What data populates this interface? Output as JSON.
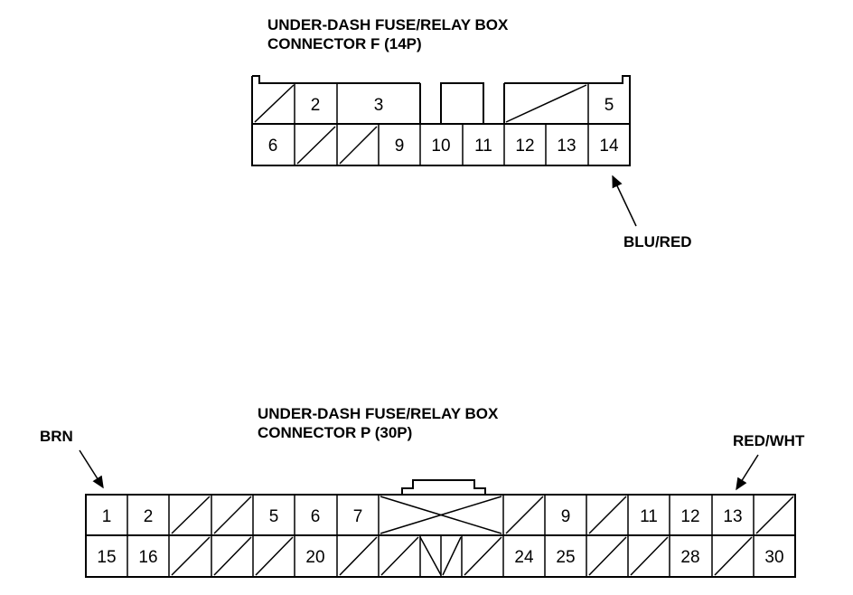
{
  "connector_f": {
    "title_line1": "UNDER-DASH FUSE/RELAY BOX",
    "title_line2": "CONNECTOR F (14P)",
    "wire_label": "BLU/RED",
    "pins": {
      "p2": "2",
      "p3": "3",
      "p5": "5",
      "p6": "6",
      "p9": "9",
      "p10": "10",
      "p11": "11",
      "p12": "12",
      "p13": "13",
      "p14": "14"
    }
  },
  "connector_p": {
    "title_line1": "UNDER-DASH FUSE/RELAY BOX",
    "title_line2": "CONNECTOR P (30P)",
    "wire_label_left": "BRN",
    "wire_label_right": "RED/WHT",
    "pins": {
      "p1": "1",
      "p2": "2",
      "p5": "5",
      "p6": "6",
      "p7": "7",
      "p9": "9",
      "p11": "11",
      "p12": "12",
      "p13": "13",
      "p15": "15",
      "p16": "16",
      "p20": "20",
      "p24": "24",
      "p25": "25",
      "p28": "28",
      "p30": "30"
    }
  }
}
